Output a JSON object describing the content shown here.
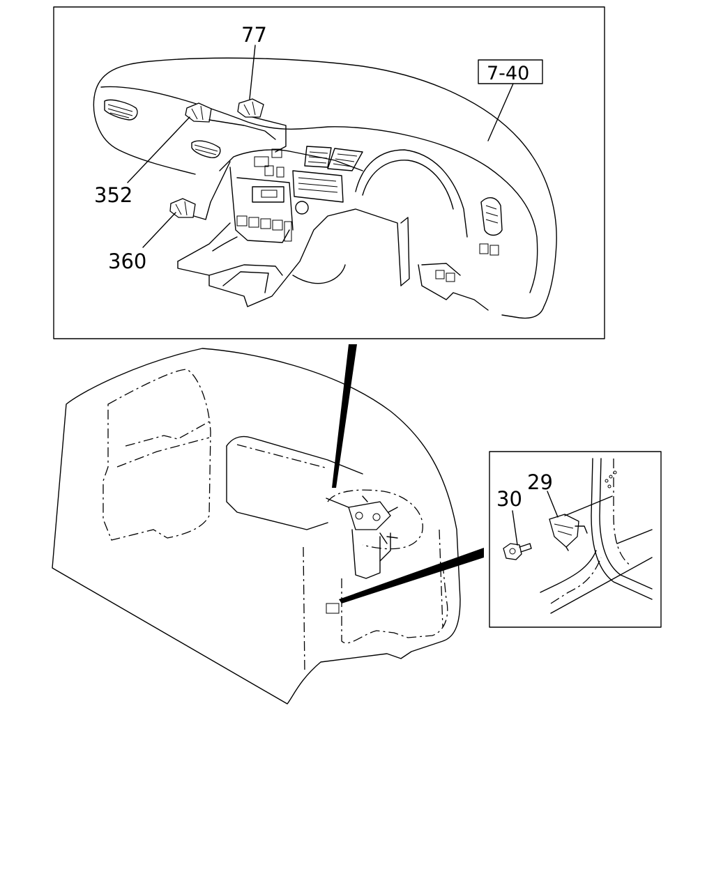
{
  "diagram": {
    "callouts": {
      "c77": "77",
      "c352": "352",
      "c360": "360",
      "c29": "29",
      "c30": "30"
    },
    "reference_box": "7-40"
  }
}
